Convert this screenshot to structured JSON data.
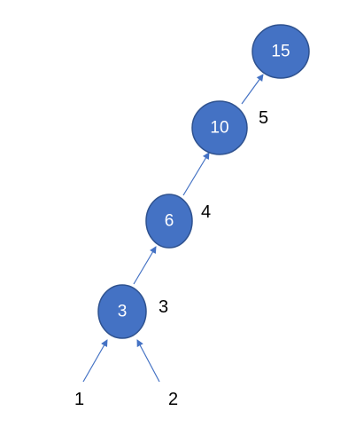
{
  "diagram": {
    "colors": {
      "node_fill": "#4472C4",
      "node_stroke": "#2F528F",
      "edge": "#4472C4",
      "node_text": "#FFFFFF",
      "label_text": "#000000"
    },
    "nodes": [
      {
        "id": "n15",
        "label": "15"
      },
      {
        "id": "n10",
        "label": "10",
        "side_label": "5"
      },
      {
        "id": "n6",
        "label": "6",
        "side_label": "4"
      },
      {
        "id": "n3",
        "label": "3",
        "side_label": "3"
      }
    ],
    "leaves": [
      {
        "id": "l1",
        "label": "1"
      },
      {
        "id": "l2",
        "label": "2"
      }
    ],
    "edges": [
      {
        "from": "n3",
        "to": "n6"
      },
      {
        "from": "n6",
        "to": "n10"
      },
      {
        "from": "n10",
        "to": "n15"
      },
      {
        "from": "l1",
        "to": "n3"
      },
      {
        "from": "l2",
        "to": "n3"
      }
    ]
  }
}
